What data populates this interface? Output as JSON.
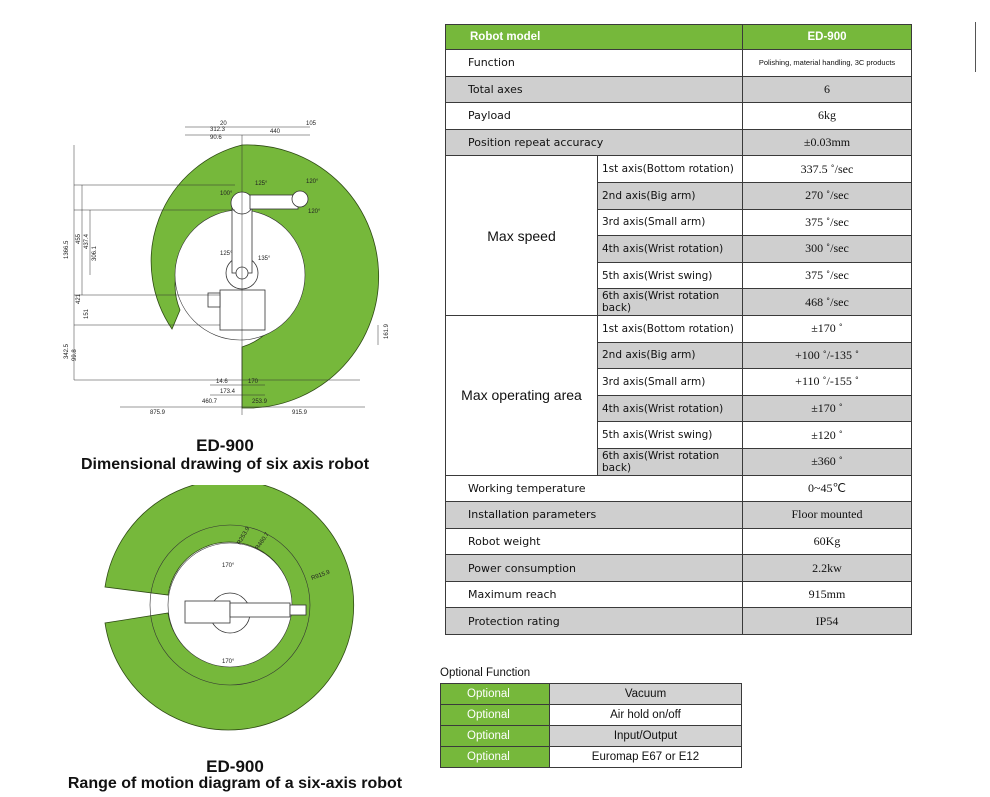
{
  "spec": {
    "header": {
      "label": "Robot model",
      "value": "ED-900"
    },
    "function": {
      "label": "Function",
      "value": "Polishing, material handling, 3C products"
    },
    "total_axes": {
      "label": "Total axes",
      "value": "6"
    },
    "payload": {
      "label": "Payload",
      "value": "6kg"
    },
    "repeat_accuracy": {
      "label": "Position repeat accuracy",
      "value": "±0.03mm"
    },
    "max_speed": {
      "label": "Max speed",
      "rows": [
        {
          "axis": "1st axis(Bottom rotation)",
          "value": "337.5 ˚/sec"
        },
        {
          "axis": "2nd axis(Big arm)",
          "value": "270 ˚/sec"
        },
        {
          "axis": "3rd axis(Small arm)",
          "value": "375 ˚/sec"
        },
        {
          "axis": "4th axis(Wrist rotation)",
          "value": "300 ˚/sec"
        },
        {
          "axis": "5th axis(Wrist swing)",
          "value": "375 ˚/sec"
        },
        {
          "axis": "6th axis(Wrist rotation back)",
          "value": "468 ˚/sec"
        }
      ]
    },
    "max_area": {
      "label": "Max operating area",
      "rows": [
        {
          "axis": "1st axis(Bottom rotation)",
          "value": "±170 ˚"
        },
        {
          "axis": "2nd axis(Big arm)",
          "value": "+100 ˚/-135 ˚"
        },
        {
          "axis": "3rd axis(Small arm)",
          "value": "+110 ˚/-155 ˚"
        },
        {
          "axis": "4th axis(Wrist rotation)",
          "value": "±170 ˚"
        },
        {
          "axis": "5th axis(Wrist swing)",
          "value": "±120 ˚"
        },
        {
          "axis": "6th axis(Wrist rotation back)",
          "value": "±360 ˚"
        }
      ]
    },
    "working_temp": {
      "label": "Working temperature",
      "value": "0~45℃"
    },
    "installation": {
      "label": "Installation parameters",
      "value": "Floor mounted"
    },
    "weight": {
      "label": "Robot weight",
      "value": "60Kg"
    },
    "power": {
      "label": "Power consumption",
      "value": "2.2kw"
    },
    "reach": {
      "label": "Maximum reach",
      "value": "915mm"
    },
    "protection": {
      "label": "Protection rating",
      "value": "IP54"
    }
  },
  "optional": {
    "title": "Optional Function",
    "rows": [
      {
        "label": "Optional",
        "value": "Vacuum"
      },
      {
        "label": "Optional",
        "value": "Air hold on/off"
      },
      {
        "label": "Optional",
        "value": "Input/Output"
      },
      {
        "label": "Optional",
        "value": "Euromap E67 or E12"
      }
    ]
  },
  "drawing1": {
    "model": "ED-900",
    "caption": "Dimensional drawing of  six axis robot",
    "dims": {
      "top1": "20",
      "top2": "440",
      "top3": "105",
      "top4": "312.3",
      "top5": "90.6",
      "left1": "1366.5",
      "left2": "455",
      "left3": "437.4",
      "left4": "306.1",
      "left5": "421",
      "left6": "151",
      "left7": "342.5",
      "left8": "99.8",
      "right1": "161.9",
      "bot1": "14.6",
      "bot2": "170",
      "bot3": "173.4",
      "bot4": "460.7",
      "bot5": "253.9",
      "bot6": "875.9",
      "bot7": "915.9",
      "r1": "100°",
      "r2": "125°",
      "r3": "120°",
      "r4": "120°",
      "r5": "125°",
      "r6": "135°"
    }
  },
  "drawing2": {
    "model": "ED-900",
    "caption": "Range of motion diagram of a six-axis robot",
    "dims": {
      "r1": "R253.9",
      "r2": "R460.7",
      "r3": "R915.9",
      "a1": "170°",
      "a2": "170°"
    }
  },
  "colors": {
    "accent": "#76b83b",
    "shade": "#cfcfcf",
    "border": "#3a3a3a"
  }
}
